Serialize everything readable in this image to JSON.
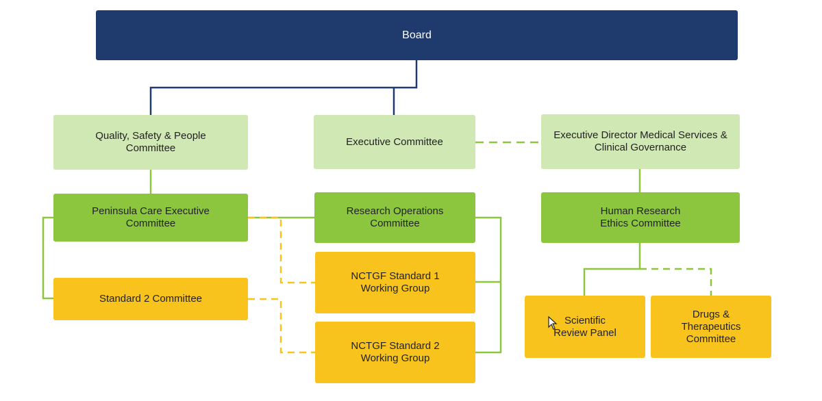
{
  "diagram": {
    "nodes": {
      "board": "Board",
      "quality": "Quality, Safety & People Committee",
      "executive": "Executive Committee",
      "exec_director": "Executive Director Medical Services & Clinical Governance",
      "peninsula": "Peninsula Care Executive Committee",
      "research_ops": "Research Operations Committee",
      "hrec": "Human Research Ethics Committee",
      "standard2": "Standard 2 Committee",
      "nctgf1": "NCTGF Standard 1 Working Group",
      "nctgf2": "NCTGF Standard 2 Working Group",
      "scientific": "Scientific Review Panel",
      "drugs": "Drugs & Therapeutics Committee"
    },
    "colors": {
      "board": "#1f3a6c",
      "light_green": "#d0e8b4",
      "green": "#8cc63f",
      "yellow": "#f7c31c",
      "solid_line_navy": "#1f3a6c",
      "line_green": "#8cc63f",
      "line_yellow": "#f7c31c"
    }
  }
}
